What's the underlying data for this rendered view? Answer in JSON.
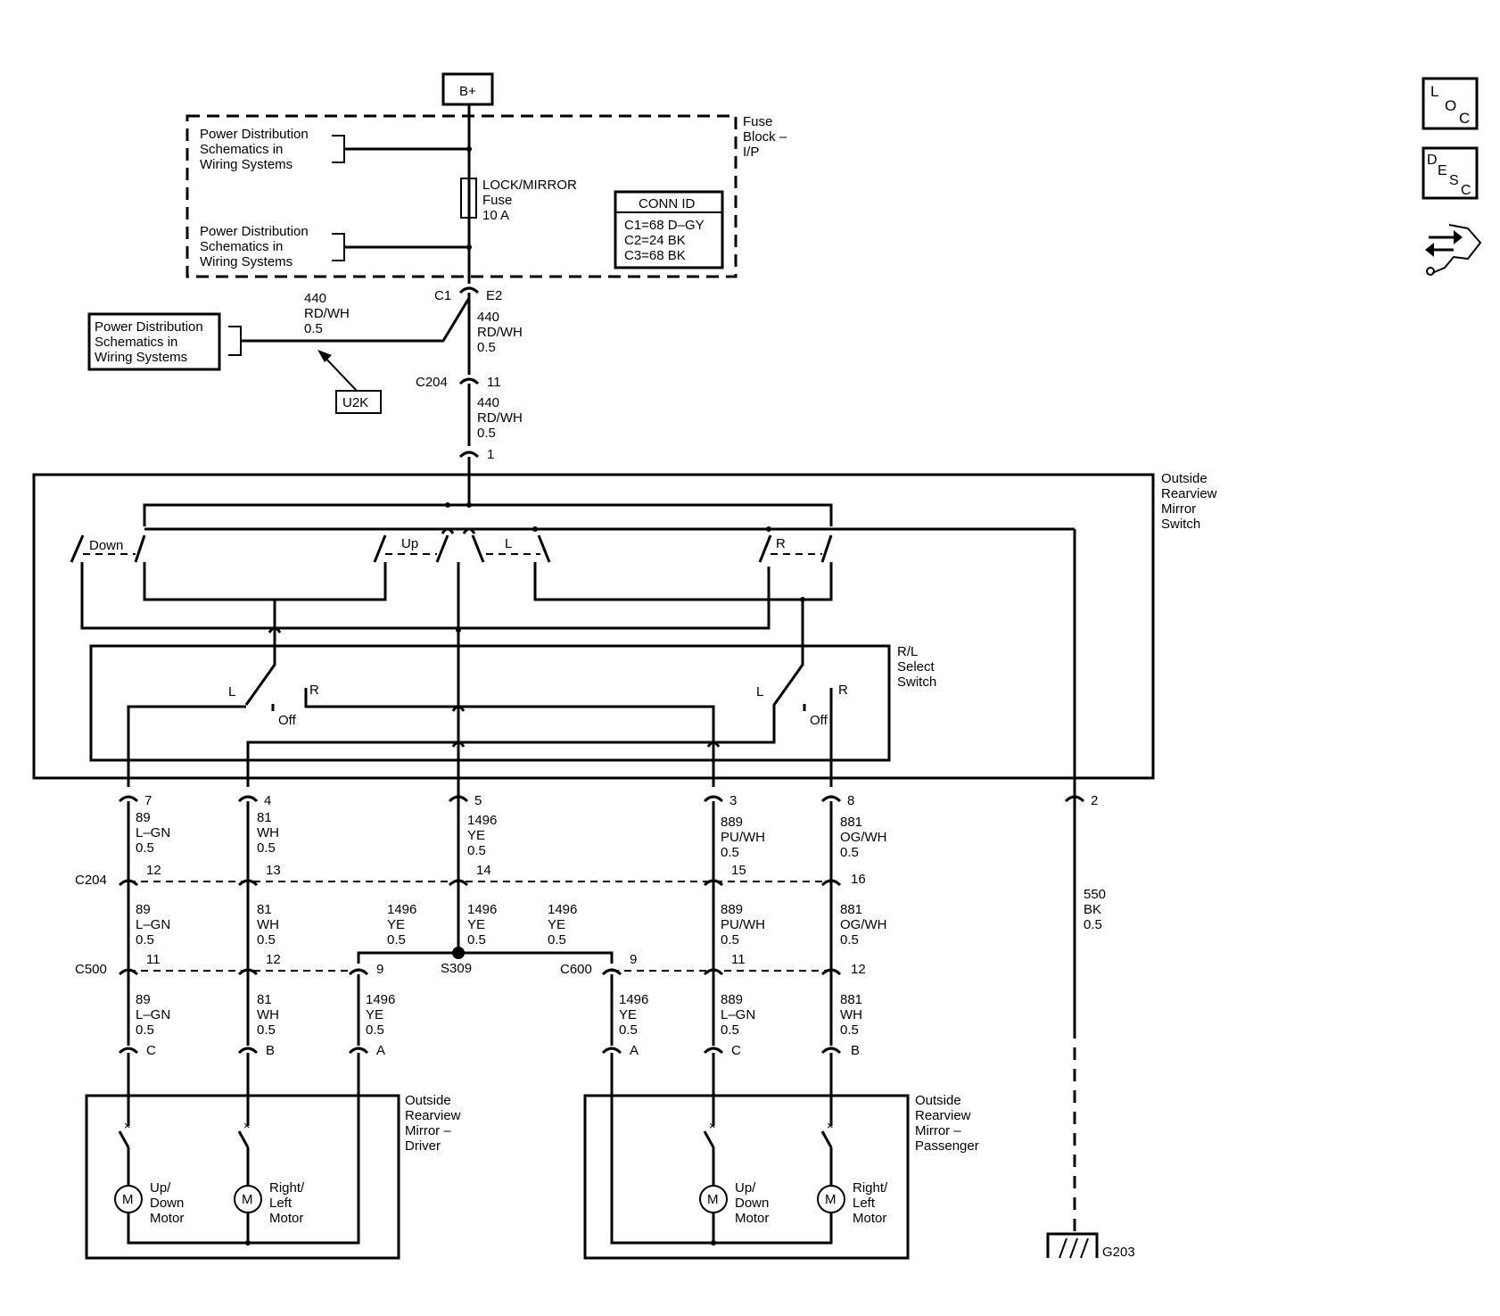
{
  "battery": "B+",
  "fuse_block": {
    "label": [
      "Fuse",
      "Block –",
      "I/P"
    ]
  },
  "power_dist_1": [
    "Power Distribution",
    "Schematics in",
    "Wiring Systems"
  ],
  "power_dist_2": [
    "Power Distribution",
    "Schematics in",
    "Wiring Systems"
  ],
  "power_dist_3": [
    "Power Distribution",
    "Schematics in",
    "Wiring Systems"
  ],
  "fuse": [
    "LOCK/MIRROR",
    "Fuse",
    "10 A"
  ],
  "conn_id": {
    "title": "CONN ID",
    "rows": [
      "C1=68 D–GY",
      "C2=24 BK",
      "C3=68 BK"
    ]
  },
  "u2k": "U2K",
  "connectors": {
    "c1": "C1",
    "e2": "E2",
    "c204_top": "C204",
    "c204_top_pin": "11",
    "switch_in_pin": "1",
    "c204": "C204",
    "c500": "C500",
    "c600": "C600",
    "s309": "S309",
    "g203": "G203"
  },
  "wires": {
    "w440a": [
      "440",
      "RD/WH",
      "0.5"
    ],
    "w440b": [
      "440",
      "RD/WH",
      "0.5"
    ],
    "w440c": [
      "440",
      "RD/WH",
      "0.5"
    ]
  },
  "switch": {
    "title": [
      "Outside",
      "Rearview",
      "Mirror",
      "Switch"
    ],
    "down": "Down",
    "up": "Up",
    "l": "L",
    "r": "R",
    "rl_select": [
      "R/L",
      "Select",
      "Switch"
    ],
    "sel_l1": "L",
    "sel_off1": "Off",
    "sel_r1": "R",
    "sel_l2": "L",
    "sel_off2": "Off",
    "sel_r2": "R"
  },
  "pins_switch": {
    "p7": "7",
    "p4": "4",
    "p5": "5",
    "p3": "3",
    "p8": "8",
    "p2": "2"
  },
  "row1": {
    "a": [
      "89",
      "L–GN",
      "0.5"
    ],
    "b": [
      "81",
      "WH",
      "0.5"
    ],
    "c": [
      "1496",
      "YE",
      "0.5"
    ],
    "d": [
      "889",
      "PU/WH",
      "0.5"
    ],
    "e": [
      "881",
      "OG/WH",
      "0.5"
    ]
  },
  "c204_pins": {
    "a": "12",
    "b": "13",
    "c": "14",
    "d": "15",
    "e": "16"
  },
  "row2": {
    "a": [
      "89",
      "L–GN",
      "0.5"
    ],
    "b": [
      "81",
      "WH",
      "0.5"
    ],
    "c1": [
      "1496",
      "YE",
      "0.5"
    ],
    "c": [
      "1496",
      "YE",
      "0.5"
    ],
    "c2": [
      "1496",
      "YE",
      "0.5"
    ],
    "d": [
      "889",
      "PU/WH",
      "0.5"
    ],
    "e": [
      "881",
      "OG/WH",
      "0.5"
    ]
  },
  "ground_wire": [
    "550",
    "BK",
    "0.5"
  ],
  "c500_pins": {
    "a": "11",
    "b": "12",
    "c": "9"
  },
  "c600_pins": {
    "a": "9",
    "b": "11",
    "c": "12"
  },
  "row3": {
    "a": [
      "89",
      "L–GN",
      "0.5"
    ],
    "b": [
      "81",
      "WH",
      "0.5"
    ],
    "c": [
      "1496",
      "YE",
      "0.5"
    ],
    "d": [
      "1496",
      "YE",
      "0.5"
    ],
    "e": [
      "889",
      "L–GN",
      "0.5"
    ],
    "f": [
      "881",
      "WH",
      "0.5"
    ]
  },
  "mirror_pins": {
    "a": "C",
    "b": "B",
    "c": "A",
    "d": "A",
    "e": "C",
    "f": "B"
  },
  "driver": {
    "title": [
      "Outside",
      "Rearview",
      "Mirror –",
      "Driver"
    ],
    "m1": [
      "Up/",
      "Down",
      "Motor"
    ],
    "m2": [
      "Right/",
      "Left",
      "Motor"
    ],
    "m": "M"
  },
  "passenger": {
    "title": [
      "Outside",
      "Rearview",
      "Mirror –",
      "Passenger"
    ],
    "m1": [
      "Up/",
      "Down",
      "Motor"
    ],
    "m2": [
      "Right/",
      "Left",
      "Motor"
    ],
    "m": "M"
  },
  "side_icons": {
    "loc": "LOC",
    "desc": "DESC",
    "nav": "arrows-wrench-icon"
  }
}
